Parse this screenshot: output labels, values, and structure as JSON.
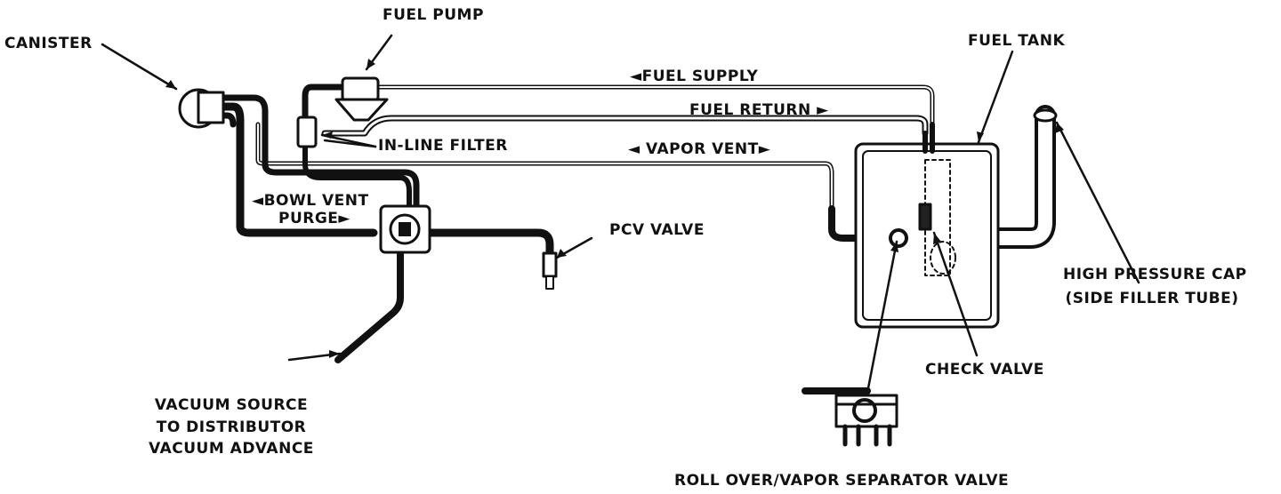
{
  "labels": {
    "fuel_pump": "FUEL PUMP",
    "canister": "CANISTER",
    "fuel_tank": "FUEL TANK",
    "fuel_supply": "FUEL SUPPLY",
    "fuel_return": "FUEL RETURN",
    "in_line_filter": "IN-LINE FILTER",
    "vapor_vent": "VAPOR VENT",
    "bowl_vent": "BOWL VENT",
    "purge": "PURGE",
    "pcv_valve": "PCV VALVE",
    "high_pressure_cap": "HIGH PRESSURE CAP",
    "side_filler_tube": "(SIDE FILLER TUBE)",
    "check_valve": "CHECK VALVE",
    "vacuum_source_1": "VACUUM SOURCE",
    "vacuum_source_2": "TO DISTRIBUTOR",
    "vacuum_source_3": "VACUUM ADVANCE",
    "rollover_valve": "ROLL OVER/VAPOR SEPARATOR VALVE"
  },
  "arrows": {
    "left": "◄",
    "right": "►"
  }
}
